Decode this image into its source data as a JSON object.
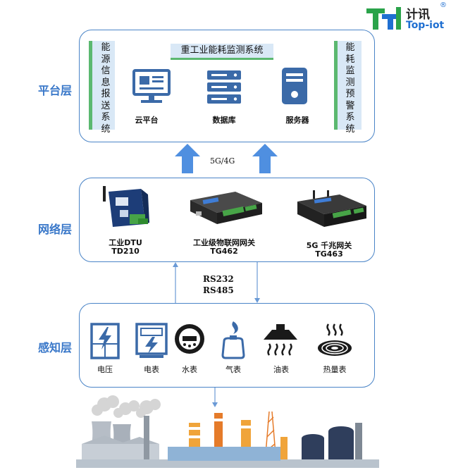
{
  "logo": {
    "text_cn": "计讯",
    "text_en": "Top-iot",
    "registered": "®"
  },
  "platform_layer": {
    "label": "平台层",
    "title": "重工业能耗监测系统",
    "left_panel": "能源信息报送系统",
    "right_panel": "能耗监测预警系统",
    "items": [
      {
        "label": "云平台",
        "icon": "monitor-icon"
      },
      {
        "label": "数据库",
        "icon": "database-icon"
      },
      {
        "label": "服务器",
        "icon": "server-icon"
      }
    ]
  },
  "uplink_label": "5G/4G",
  "network_layer": {
    "label": "网络层",
    "devices": [
      {
        "name": "工业DTU",
        "model": "TD210"
      },
      {
        "name": "工业级物联网网关",
        "model": "TG462"
      },
      {
        "name": "5G 千兆网关",
        "model": "TG463"
      }
    ]
  },
  "serial_labels": [
    "RS232",
    "RS485"
  ],
  "sensing_layer": {
    "label": "感知层",
    "items": [
      {
        "label": "电压",
        "icon": "voltage-icon"
      },
      {
        "label": "电表",
        "icon": "electric-meter-icon"
      },
      {
        "label": "水表",
        "icon": "water-meter-icon"
      },
      {
        "label": "气表",
        "icon": "gas-meter-icon"
      },
      {
        "label": "油表",
        "icon": "oil-meter-icon"
      },
      {
        "label": "热量表",
        "icon": "heat-meter-icon"
      }
    ]
  },
  "colors": {
    "accent": "#3a78c9",
    "arrow": "#4f8fe0",
    "panel": "#d9e8f6",
    "panel_bar": "#5bb870",
    "factory_orange": "#f0a43a"
  }
}
